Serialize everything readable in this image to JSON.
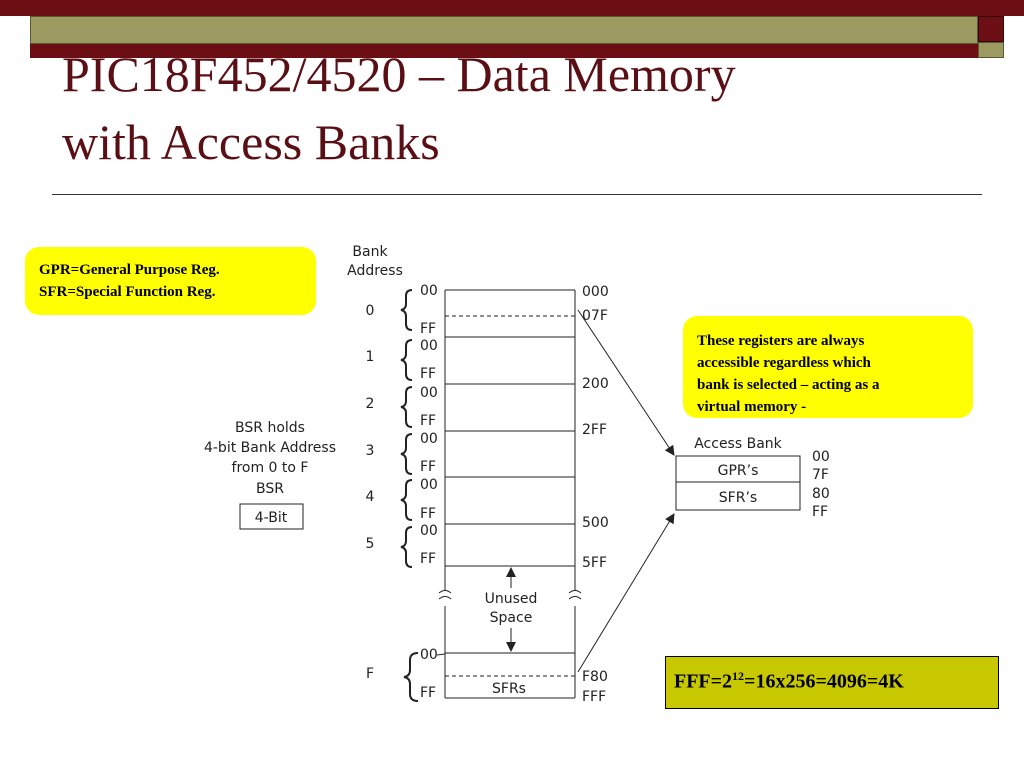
{
  "slide": {
    "title_line1": "PIC18F452/4520 – Data Memory",
    "title_line2": "with Access Banks"
  },
  "legend_callout": {
    "line1": "GPR=General Purpose Reg.",
    "line2": "SFR=Special Function Reg."
  },
  "access_callout": {
    "line1": "These registers are always",
    "line2": "accessible regardless which",
    "line3": "bank is selected  – acting as a",
    "line4": "virtual memory -"
  },
  "formula": {
    "prefix": "FFF=2",
    "exponent": "12",
    "suffix": "=16x256=4096=4K"
  },
  "diagram": {
    "bank_address_label_1": "Bank",
    "bank_address_label_2": "Address",
    "banks": [
      {
        "id": "0",
        "low": "00",
        "high": "FF"
      },
      {
        "id": "1",
        "low": "00",
        "high": "FF"
      },
      {
        "id": "2",
        "low": "00",
        "high": "FF"
      },
      {
        "id": "3",
        "low": "00",
        "high": "FF"
      },
      {
        "id": "4",
        "low": "00",
        "high": "FF"
      },
      {
        "id": "5",
        "low": "00",
        "high": "FF"
      },
      {
        "id": "F",
        "low": "00",
        "high": "FF"
      }
    ],
    "addresses": {
      "a000": "000",
      "a07F": "07F",
      "a200": "200",
      "a2FF": "2FF",
      "a500": "500",
      "a5FF": "5FF",
      "aF80": "F80",
      "aFFF": "FFF"
    },
    "unused_1": "Unused",
    "unused_2": "Space",
    "sfrs": "SFRs",
    "bsr": {
      "line1": "BSR holds",
      "line2": "4-bit Bank Address",
      "line3": "from 0 to F",
      "line4": "BSR",
      "box": "4-Bit"
    },
    "access_bank": {
      "title": "Access Bank",
      "gpr": "GPR’s",
      "sfr": "SFR’s",
      "r00": "00",
      "r7F": "7F",
      "r80": "80",
      "rFF": "FF"
    }
  }
}
